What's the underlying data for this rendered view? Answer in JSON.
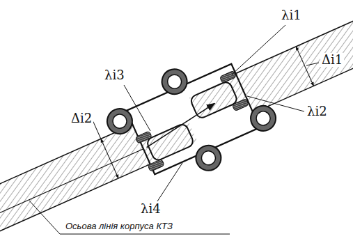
{
  "diagram": {
    "labels": [
      "λi1",
      "Δi1",
      "λi3",
      "Δi2",
      "λi2",
      "λi4",
      "Осьова лінія корпуса КТЗ"
    ]
  }
}
